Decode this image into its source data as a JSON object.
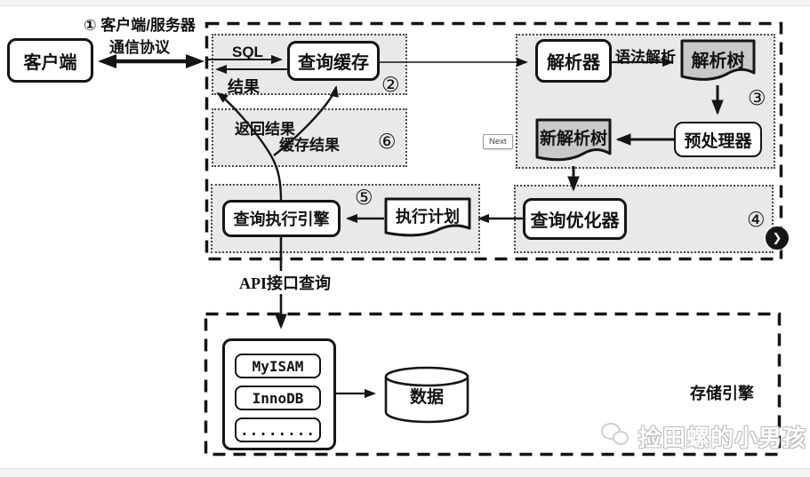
{
  "annotations": {
    "step1_line1": "① 客户端/服务器",
    "step1_line2": "通信协议",
    "step2": "②",
    "step3": "③",
    "step4": "④",
    "step5": "⑤",
    "step6": "⑥"
  },
  "nodes": {
    "client": "客户端",
    "query_cache": "查询缓存",
    "parser": "解析器",
    "parse_tree": "解析树",
    "preprocessor": "预处理器",
    "new_parse_tree": "新解析树",
    "query_optimizer": "查询优化器",
    "execution_plan": "执行计划",
    "query_execution_engine": "查询执行引擎",
    "engine_myisam": "MyISAM",
    "engine_innodb": "InnoDB",
    "engine_more": "........",
    "data_store": "数据"
  },
  "edge_labels": {
    "sql": "SQL",
    "result": "结果",
    "return_result": "返回结果",
    "cache_result": "缓存结果",
    "syntax_parse": "语法解析",
    "api_query": "API接口查询"
  },
  "regions": {
    "storage_engine": "存储引擎"
  },
  "tooltip_next": "Next",
  "carousel_next_glyph": "❯",
  "watermark_text": "捡田螺的小男孩",
  "colors": {
    "line": "#151515",
    "panel_fill": "#e9e9e9",
    "doc_fill": "#c9c9c9",
    "strip": "#f2f2f2",
    "watermark": "#bdbdbd"
  }
}
